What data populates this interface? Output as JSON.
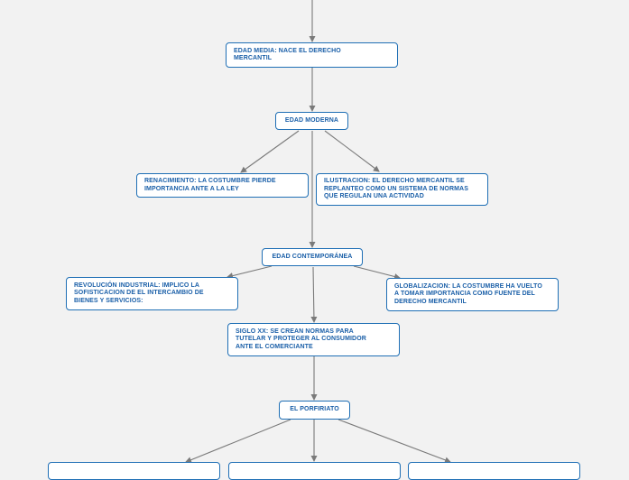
{
  "colors": {
    "background": "#f2f2f2",
    "node_border": "#1f6fb5",
    "node_text": "#1a5fa8",
    "edge": "#7a7a7a"
  },
  "nodes": {
    "edad_media": "EDAD MEDIA: NACE EL DERECHO MERCANTIL",
    "edad_moderna": "EDAD MODERNA",
    "renacimiento": "RENACIMIENTO: LA COSTUMBRE PIERDE IMPORTANCIA ANTE A LA LEY",
    "ilustracion": "ILUSTRACION: EL DERECHO MERCANTIL SE REPLANTEO COMO UN SISTEMA DE NORMAS QUE REGULAN UNA ACTIVIDAD",
    "edad_contemporanea": "EDAD CONTEMPORÁNEA",
    "revolucion": "REVOLUCIÓN INDUSTRIAL: IMPLICO LA SOFISTICACION DE EL INTERCAMBIO DE BIENES Y SERVICIOS:",
    "globalizacion": "GLOBALIZACION: LA COSTUMBRE HA VUELTO A TOMAR IMPORTANCIA COMO FUENTE DEL DERECHO MERCANTIL",
    "siglo_xx": "SIGLO XX: SE CREAN NORMAS PARA TUTELAR Y PROTEGER AL CONSUMIDOR ANTE EL COMERCIANTE",
    "porfiriato": "EL PORFIRIATO",
    "bottom_left": "",
    "bottom_center": "",
    "bottom_right": ""
  }
}
